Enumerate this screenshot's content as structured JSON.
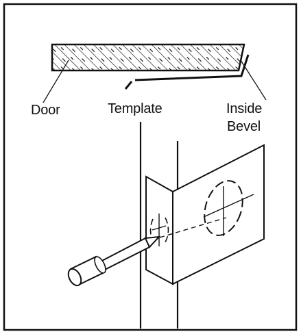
{
  "labels": {
    "door": "Door",
    "template": "Template",
    "inside": "Inside",
    "bevel": "Bevel"
  },
  "colors": {
    "line": "#111111",
    "background": "#ffffff"
  }
}
